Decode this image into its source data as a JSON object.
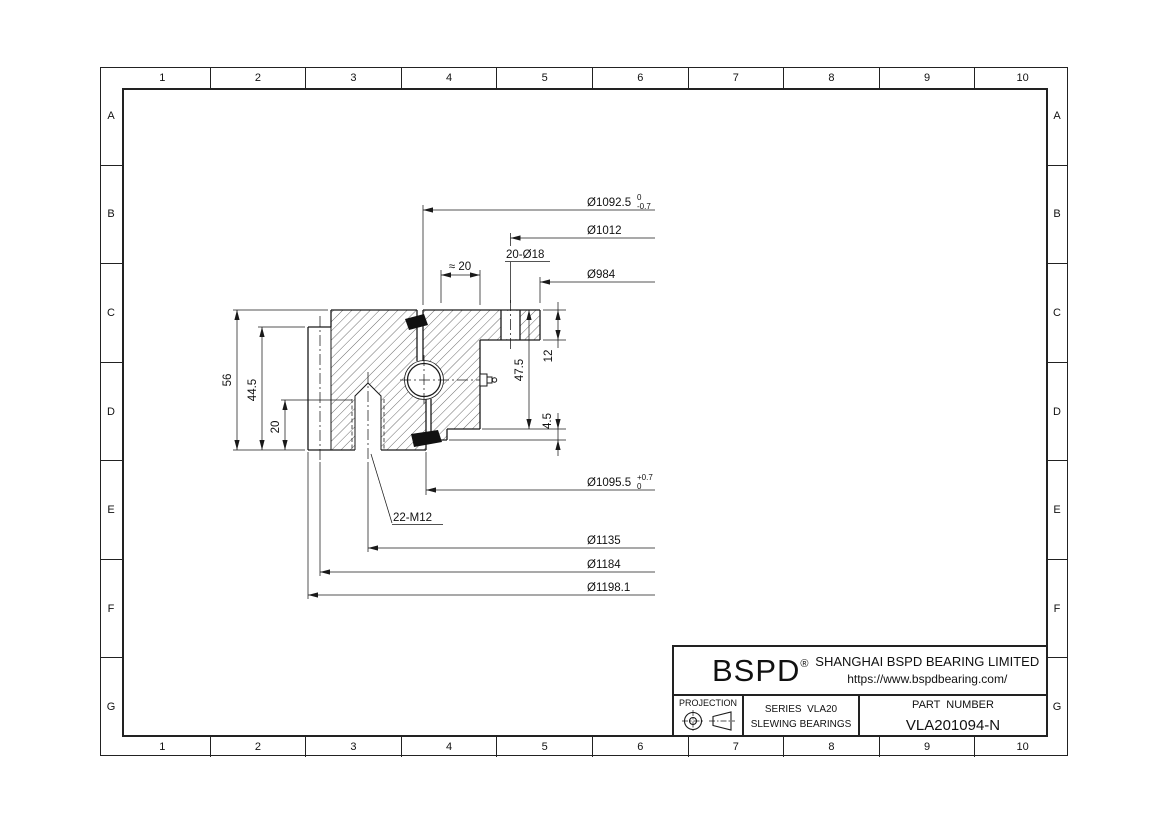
{
  "frame": {
    "columns": [
      "1",
      "2",
      "3",
      "4",
      "5",
      "6",
      "7",
      "8",
      "9",
      "10"
    ],
    "rows": [
      "A",
      "B",
      "C",
      "D",
      "E",
      "F",
      "G"
    ]
  },
  "drawing": {
    "dims": {
      "top_od": {
        "text": "Ø1092.5",
        "tol_up": "0",
        "tol_dn": "-0.7"
      },
      "flange_bolt_circle": "Ø1012",
      "flange_holes": "20-Ø18",
      "approx_width": "≈ 20",
      "bore": "Ø984",
      "flange_thickness": "12",
      "inner_ring_height": "47.5",
      "lip_height": "4.5",
      "total_height": "56",
      "gear_width": "44.5",
      "thread_depth": "20",
      "bottom_od": {
        "text": "Ø1095.5",
        "tol_up": "+0.7",
        "tol_dn": "0"
      },
      "mount_holes": "22-M12",
      "gear_bolt_circle": "Ø1135",
      "pitch_diameter": "Ø1184",
      "outer_diameter": "Ø1198.1"
    }
  },
  "title_block": {
    "brand": "BSPD",
    "reg_mark": "®",
    "company": "SHANGHAI BSPD BEARING LIMITED",
    "website": "https://www.bspdbearing.com/",
    "projection_label": "PROJECTION",
    "series_label": "SERIES  VLA20",
    "series_sub": "SLEWING BEARINGS",
    "part_number_label": "PART  NUMBER",
    "part_number": "VLA201094-N"
  }
}
